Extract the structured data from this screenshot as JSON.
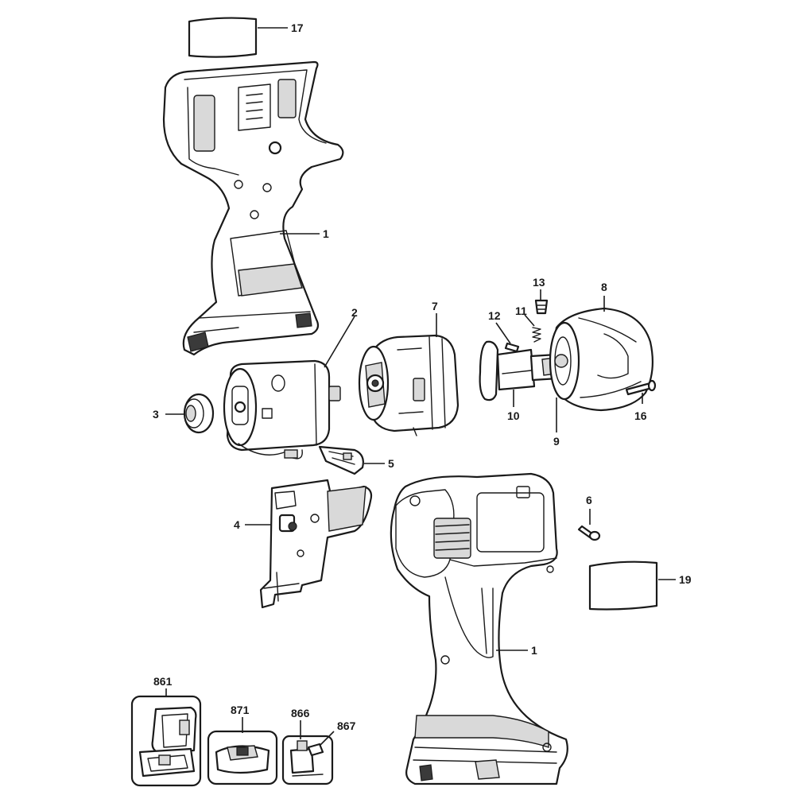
{
  "callouts": {
    "c17": "17",
    "c1_top": "1",
    "c2": "2",
    "c3": "3",
    "c5": "5",
    "c7": "7",
    "c8": "8",
    "c9": "9",
    "c10": "10",
    "c11": "11",
    "c12": "12",
    "c13": "13",
    "c16": "16",
    "c4": "4",
    "c6": "6",
    "c19": "19",
    "c1_bottom": "1",
    "c861": "861",
    "c871": "871",
    "c866": "866",
    "c867": "867"
  }
}
